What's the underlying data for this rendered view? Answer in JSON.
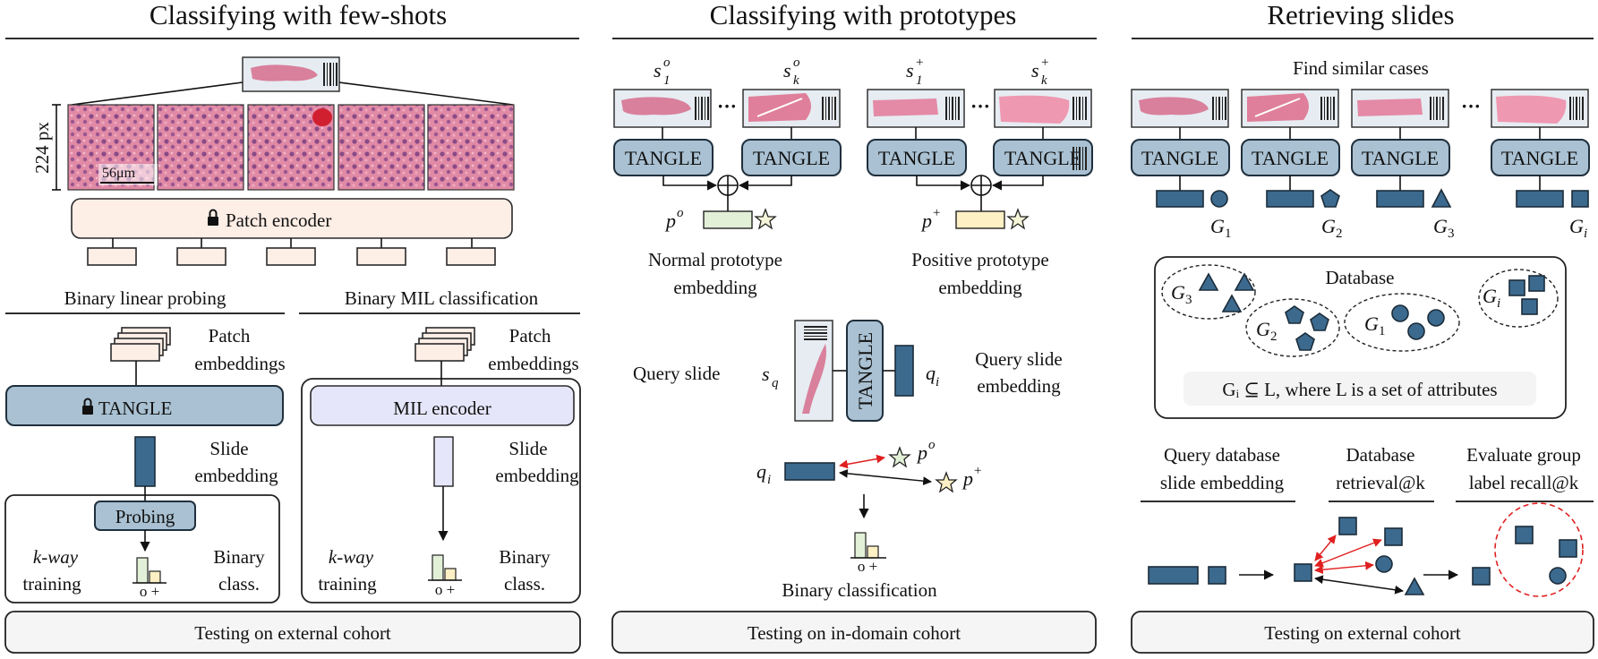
{
  "panels": {
    "fewshot": {
      "title": "Classifying with few-shots",
      "px_label": "224 px",
      "scale_label": "56μm",
      "patch_encoder": "Patch encoder",
      "left_sub": "Binary linear probing",
      "right_sub": "Binary MIL classification",
      "patch_emb_1": "Patch",
      "patch_emb_2": "embeddings",
      "tangle": "TANGLE",
      "mil_encoder": "MIL encoder",
      "slide_emb_1": "Slide",
      "slide_emb_2": "embedding",
      "probing": "Probing",
      "kway_1": "k-way",
      "kway_2": "training",
      "binary_1": "Binary",
      "binary_2": "class.",
      "hist_ticks": "o +",
      "testing": "Testing on external cohort"
    },
    "prototypes": {
      "title": "Classifying with prototypes",
      "s1o": "s",
      "sko": "s",
      "tangle": "TANGLE",
      "normal_1": "Normal prototype",
      "normal_2": "embedding",
      "positive_1": "Positive prototype",
      "positive_2": "embedding",
      "query_slide": "Query slide",
      "sq": "s",
      "qi": "q",
      "query_emb_1": "Query slide",
      "query_emb_2": "embedding",
      "binary_classification": "Binary classification",
      "hist_ticks": "o +",
      "testing": "Testing on in-domain cohort"
    },
    "retrieval": {
      "title": "Retrieving slides",
      "find_similar": "Find similar cases",
      "tangle": "TANGLE",
      "database": "Database",
      "gi_note": "Gᵢ ⊆ L, where L is a set of attributes",
      "col1_1": "Query database",
      "col1_2": "slide embedding",
      "col2_1": "Database",
      "col2_2": "retrieval@k",
      "col3_1": "Evaluate group",
      "col3_2": "label recall@k",
      "testing": "Testing on external cohort"
    }
  },
  "colors": {
    "tangle_fill": "#a9c1d2",
    "embedding_fill": "#3c6a8e",
    "patch_fill": "#fdeee6",
    "mil_fill": "#e6e6fb",
    "normal_proto": "#e3f0d8",
    "positive_proto": "#fdf0c4",
    "star_fill": "#f4f4d8",
    "red_arrow": "#e02020"
  }
}
